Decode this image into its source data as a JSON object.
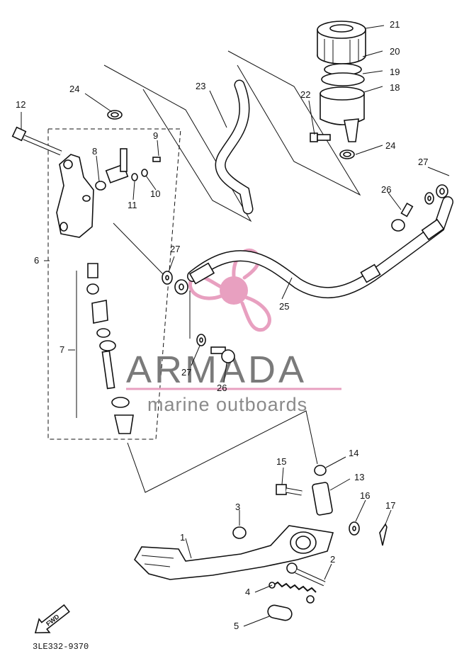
{
  "diagram": {
    "callouts": [
      {
        "id": "1",
        "text": "1"
      },
      {
        "id": "2",
        "text": "2"
      },
      {
        "id": "3",
        "text": "3"
      },
      {
        "id": "4",
        "text": "4"
      },
      {
        "id": "5",
        "text": "5"
      },
      {
        "id": "6",
        "text": "6"
      },
      {
        "id": "7",
        "text": "7"
      },
      {
        "id": "8",
        "text": "8"
      },
      {
        "id": "9",
        "text": "9"
      },
      {
        "id": "10",
        "text": "10"
      },
      {
        "id": "11",
        "text": "11"
      },
      {
        "id": "12",
        "text": "12"
      },
      {
        "id": "13",
        "text": "13"
      },
      {
        "id": "14",
        "text": "14"
      },
      {
        "id": "15",
        "text": "15"
      },
      {
        "id": "16",
        "text": "16"
      },
      {
        "id": "17",
        "text": "17"
      },
      {
        "id": "18",
        "text": "18"
      },
      {
        "id": "19",
        "text": "19"
      },
      {
        "id": "20",
        "text": "20"
      },
      {
        "id": "21",
        "text": "21"
      },
      {
        "id": "22",
        "text": "22"
      },
      {
        "id": "23",
        "text": "23"
      },
      {
        "id": "24a",
        "text": "24"
      },
      {
        "id": "24b",
        "text": "24"
      },
      {
        "id": "25",
        "text": "25"
      },
      {
        "id": "26a",
        "text": "26"
      },
      {
        "id": "26b",
        "text": "26"
      },
      {
        "id": "27a",
        "text": "27"
      },
      {
        "id": "27b",
        "text": "27"
      },
      {
        "id": "27c",
        "text": "27"
      }
    ],
    "fwd_label": "FWD",
    "drawing_code": "3LE332-9370"
  },
  "watermark": {
    "brand": "ARMADA",
    "tagline": "marine outboards",
    "accent_color": "#e8a0c0",
    "text_color": "#7a7a7a"
  }
}
